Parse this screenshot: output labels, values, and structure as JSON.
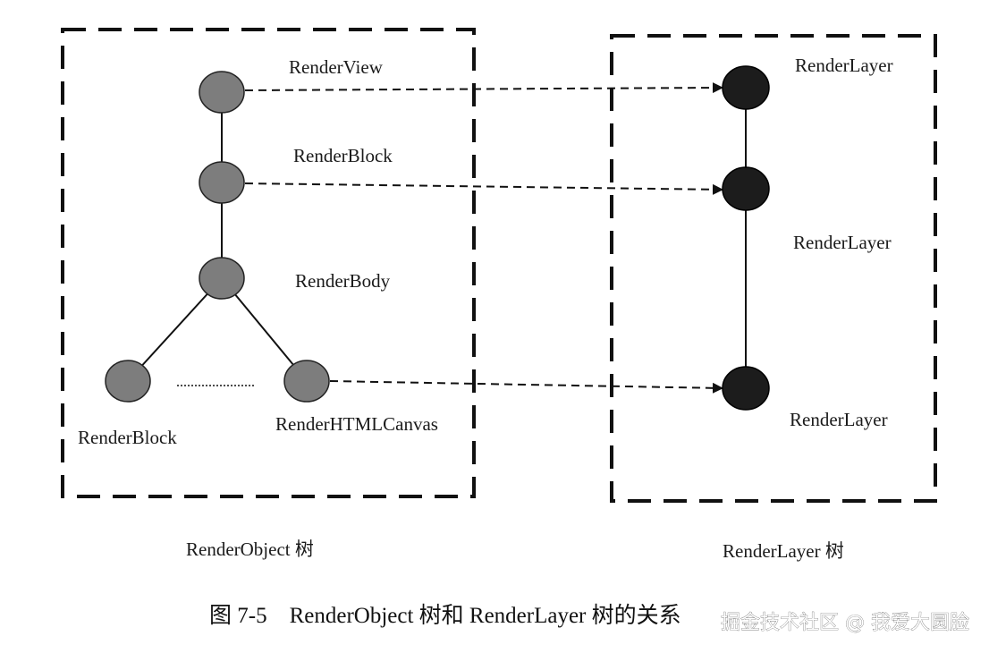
{
  "left_group": {
    "title": "RenderObject 树",
    "nodes": [
      {
        "id": "view",
        "label": "RenderView"
      },
      {
        "id": "block1",
        "label": "RenderBlock"
      },
      {
        "id": "body",
        "label": "RenderBody"
      },
      {
        "id": "block2",
        "label": "RenderBlock"
      },
      {
        "id": "canvas",
        "label": "RenderHTMLCanvas"
      }
    ]
  },
  "right_group": {
    "title": "RenderLayer 树",
    "nodes": [
      {
        "id": "layer1",
        "label": "RenderLayer"
      },
      {
        "id": "layer2",
        "label": "RenderLayer"
      },
      {
        "id": "layer3",
        "label": "RenderLayer"
      }
    ]
  },
  "caption": "图 7-5    RenderObject 树和 RenderLayer 树的关系",
  "watermark": "掘金技术社区 @ 我爱大圆脸",
  "colors": {
    "object_node": "#7d7d7d",
    "layer_node": "#1c1c1c",
    "line": "#111111"
  }
}
